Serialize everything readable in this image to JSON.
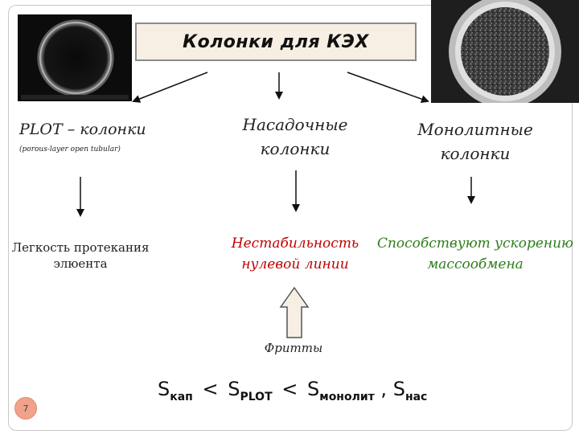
{
  "slide": {
    "title": "Колонки для КЭХ",
    "page_number": "7"
  },
  "columns": {
    "plot": {
      "label": "PLOT – колонки",
      "subtitle": "(porous-layer open tubular)",
      "property": "Легкость протекания элюента"
    },
    "packed": {
      "label": "Насадочные колонки",
      "property": "Нестабильность нулевой линии"
    },
    "monolith": {
      "label": "Монолитные колонки",
      "property": "Способствуют ускорению массообмена"
    }
  },
  "frits_label": "Фритты",
  "formula": {
    "s1": "S",
    "s1_sub": "кап",
    "op1": "<",
    "s2": "S",
    "s2_sub": "PLOT",
    "op2": "<",
    "s3": "S",
    "s3_sub": "монолит",
    "sep": ",",
    "s4": "S",
    "s4_sub": "нас"
  },
  "colors": {
    "title_bg": "#f7efe4",
    "packed_property": "#c00000",
    "monolith_property": "#2e7d1c",
    "up_arrow_fill": "#f7efe4",
    "page_badge": "#f0a38a"
  }
}
